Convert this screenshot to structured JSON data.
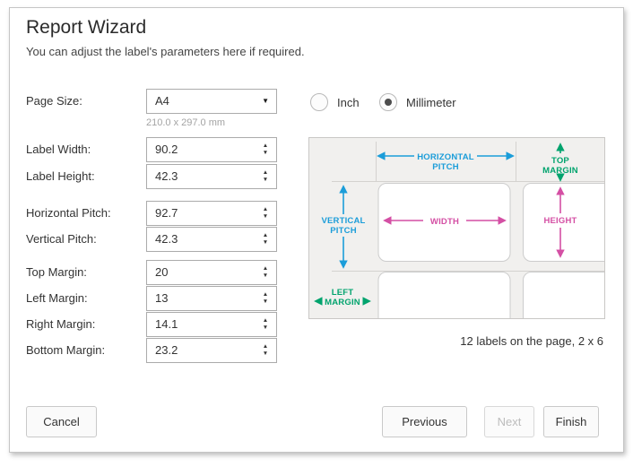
{
  "dialog": {
    "title": "Report Wizard",
    "subtitle": "You can adjust the label's parameters here if required."
  },
  "page_size": {
    "label": "Page Size:",
    "value": "A4",
    "caption": "210.0 x 297.0 mm"
  },
  "units": {
    "inch_label": "Inch",
    "millimeter_label": "Millimeter",
    "selected": "Millimeter"
  },
  "fields": [
    {
      "label": "Label Width:",
      "value": "90.2"
    },
    {
      "label": "Label Height:",
      "value": "42.3"
    },
    {
      "label": "Horizontal Pitch:",
      "value": "92.7"
    },
    {
      "label": "Vertical Pitch:",
      "value": "42.3"
    },
    {
      "label": "Top Margin:",
      "value": "20"
    },
    {
      "label": "Left Margin:",
      "value": "13"
    },
    {
      "label": "Right Margin:",
      "value": "14.1"
    },
    {
      "label": "Bottom Margin:",
      "value": "23.2"
    }
  ],
  "diagram": {
    "horizontal_pitch_line1": "HORIZONTAL",
    "horizontal_pitch_line2": "PITCH",
    "vertical_pitch_line1": "VERTICAL",
    "vertical_pitch_line2": "PITCH",
    "top_margin_line1": "TOP",
    "top_margin_line2": "MARGIN",
    "left_margin_line1": "LEFT",
    "left_margin_line2": "MARGIN",
    "width_label": "WIDTH",
    "height_label": "HEIGHT",
    "summary": "12 labels on the page, 2 x 6",
    "colors": {
      "pitch": "#1b9dd9",
      "size": "#d44fa4",
      "margin": "#00a36d"
    }
  },
  "icons": {
    "dropdown_arrow": "▼",
    "spinner_up": "▲",
    "spinner_down": "▼"
  },
  "buttons": {
    "cancel": "Cancel",
    "previous": "Previous",
    "next": "Next",
    "finish": "Finish"
  }
}
